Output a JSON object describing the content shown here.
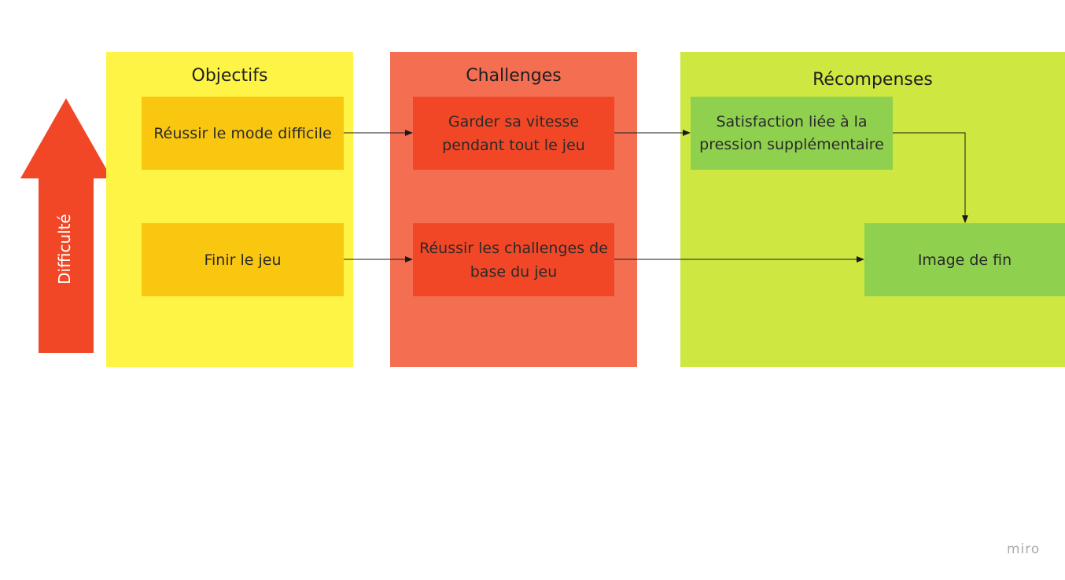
{
  "arrow": {
    "label": "Difficulté",
    "color": "#f24726"
  },
  "columns": {
    "objectifs": {
      "title": "Objectifs",
      "color": "#fef445",
      "items": [
        {
          "text": "Réussir le mode difficile"
        },
        {
          "text": "Finir le jeu"
        }
      ]
    },
    "challenges": {
      "title": "Challenges",
      "color": "#f46e52",
      "items": [
        {
          "text": "Garder sa vitesse pendant tout le jeu"
        },
        {
          "text": "Réussir les challenges de base du jeu"
        }
      ]
    },
    "recompenses": {
      "title": "Récompenses",
      "color": "#cee741",
      "items": [
        {
          "text": "Satisfaction liée à la pression supplémentaire"
        },
        {
          "text": "Image de fin"
        }
      ]
    }
  },
  "card_colors": {
    "objectifs": "#fac710",
    "challenges": "#f24726",
    "recompenses": "#8fd14f"
  },
  "connections": [
    {
      "from": "Réussir le mode difficile",
      "to": "Garder sa vitesse pendant tout le jeu"
    },
    {
      "from": "Garder sa vitesse pendant tout le jeu",
      "to": "Satisfaction liée à la pression supplémentaire"
    },
    {
      "from": "Satisfaction liée à la pression supplémentaire",
      "to": "Image de fin"
    },
    {
      "from": "Finir le jeu",
      "to": "Réussir les challenges de base du jeu"
    },
    {
      "from": "Réussir les challenges de base du jeu",
      "to": "Image de fin"
    }
  ],
  "watermark": "miro"
}
